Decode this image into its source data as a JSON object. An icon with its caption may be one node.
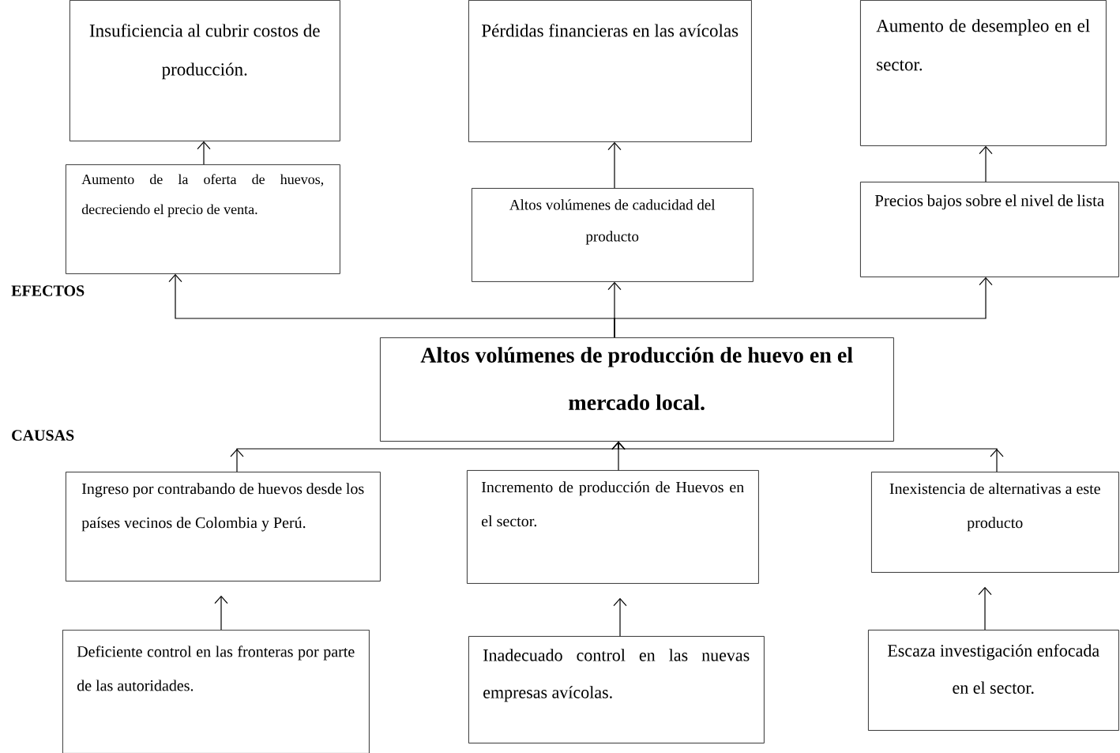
{
  "diagram": {
    "nodes": [
      {
        "text": [
          "Insuficiencia al cubrir costos de producción."
        ]
      },
      {
        "text": [
          "Pérdidas financieras en las avícolas"
        ]
      },
      {
        "text": [
          "Aumento de desempleo en el sector."
        ]
      },
      {
        "text": [
          "Aumento de la oferta de huevos, decreciendo el precio de venta."
        ]
      },
      {
        "text": [
          "Altos volúmenes de caducidad del producto"
        ]
      },
      {
        "text": [
          "Precios bajos sobre el nivel de lista"
        ]
      },
      {
        "text": [
          "Altos volúmenes de producción de huevo en el mercado local."
        ]
      },
      {
        "text": [
          "Ingreso por contrabando de huevos desde los países vecinos de Colombia y Perú."
        ]
      },
      {
        "text": [
          "Incremento de producción de Huevos en el sector."
        ]
      },
      {
        "text": [
          "Inexistencia de alternativas a este producto"
        ]
      },
      {
        "text": [
          "Deficiente control en las fronteras por parte de las autoridades."
        ]
      },
      {
        "text": [
          "Inadecuado control en las nuevas empresas avícolas."
        ]
      },
      {
        "text": [
          "Escaza investigación enfocada en el sector."
        ]
      }
    ],
    "edges": [
      {
        "from": 3,
        "to": 0,
        "arrow": "to"
      },
      {
        "from": 4,
        "to": 1,
        "arrow": "to"
      },
      {
        "from": 5,
        "to": 2,
        "arrow": "to"
      },
      {
        "from": 6,
        "to": 3,
        "arrow": "to"
      },
      {
        "from": 6,
        "to": 4,
        "arrow": "to"
      },
      {
        "from": 6,
        "to": 5,
        "arrow": "to"
      },
      {
        "from": 7,
        "to": 6,
        "arrow": "to"
      },
      {
        "from": 8,
        "to": 6,
        "arrow": "to"
      },
      {
        "from": 9,
        "to": 6,
        "arrow": "to"
      },
      {
        "from": 10,
        "to": 7,
        "arrow": "to"
      },
      {
        "from": 11,
        "to": 8,
        "arrow": "to"
      },
      {
        "from": 12,
        "to": 9,
        "arrow": "to"
      }
    ],
    "labels": [
      "EFECTOS",
      "CAUSAS"
    ]
  }
}
